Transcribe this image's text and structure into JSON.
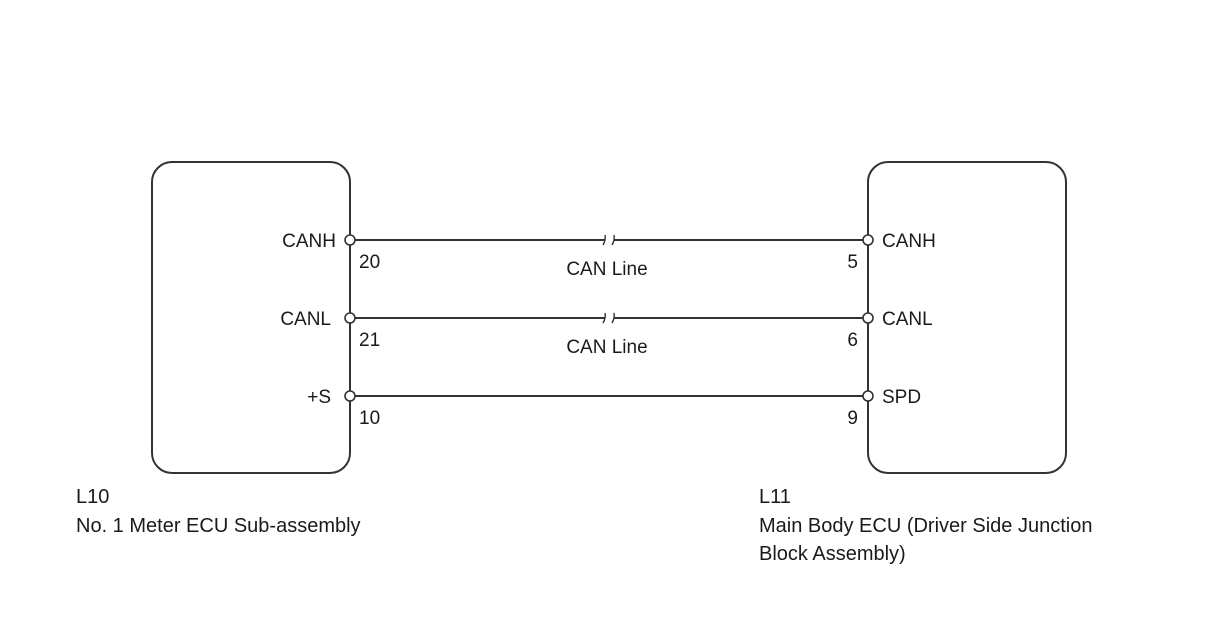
{
  "left_component": {
    "code": "L10",
    "name": "No. 1 Meter ECU Sub-assembly"
  },
  "right_component": {
    "code": "L11",
    "name_line1": "Main Body ECU (Driver Side Junction",
    "name_line2": "Block Assembly)"
  },
  "connections": [
    {
      "left_pin_name": "CANH",
      "left_pin_number": "20",
      "right_pin_name": "CANH",
      "right_pin_number": "5",
      "line_label": "CAN Line"
    },
    {
      "left_pin_name": "CANL",
      "left_pin_number": "21",
      "right_pin_name": "CANL",
      "right_pin_number": "6",
      "line_label": "CAN Line"
    },
    {
      "left_pin_name": "+S",
      "left_pin_number": "10",
      "right_pin_name": "SPD",
      "right_pin_number": "9",
      "line_label": ""
    }
  ]
}
